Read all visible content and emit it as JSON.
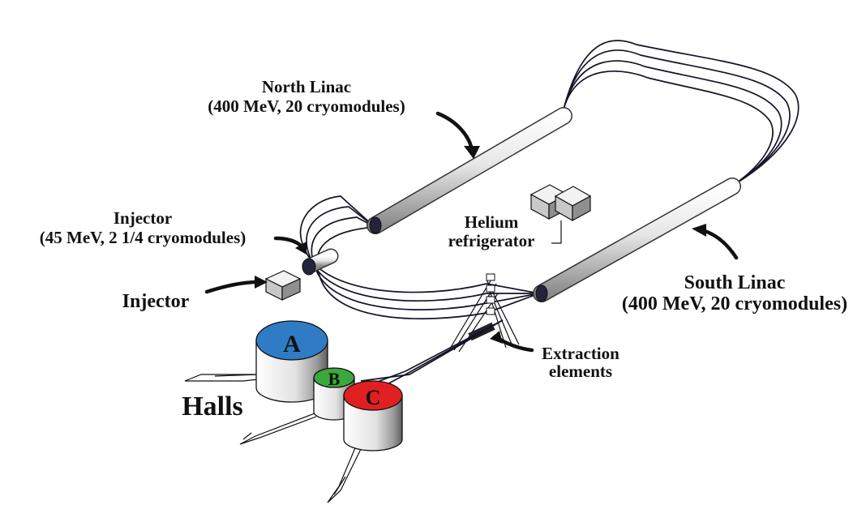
{
  "labels": {
    "north_linac_title": "North Linac",
    "north_linac_spec": "(400 MeV, 20 cryomodules)",
    "south_linac_title": "South Linac",
    "south_linac_spec": "(400 MeV, 20 cryomodules)",
    "injector_title": "Injector",
    "injector_spec": "(45 MeV, 2 1/4 cryomodules)",
    "injector_building": "Injector",
    "helium_line1": "Helium",
    "helium_line2": "refrigerator",
    "extraction_line1": "Extraction",
    "extraction_line2": "elements",
    "halls": "Halls"
  },
  "halls": [
    {
      "letter": "A",
      "color": "#2f7bc4"
    },
    {
      "letter": "B",
      "color": "#3aa83a"
    },
    {
      "letter": "C",
      "color": "#e02020"
    }
  ],
  "colors": {
    "beamline": "#141428",
    "linac_body": "#d9d9d9",
    "arrow": "#111111"
  }
}
